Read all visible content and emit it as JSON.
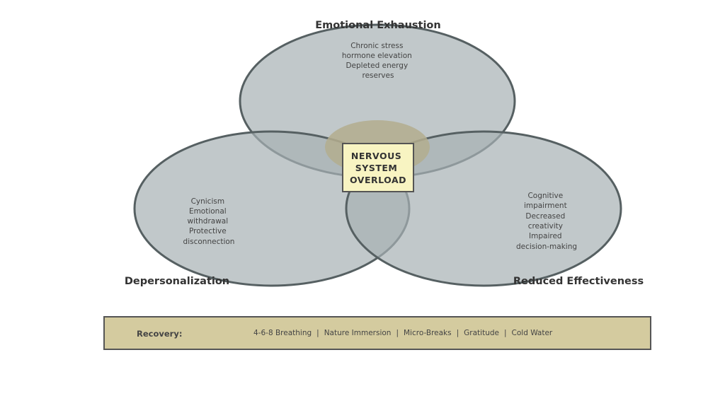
{
  "diagram": {
    "sets": {
      "top": {
        "title": "Emotional Exhaustion",
        "lines": [
          "Chronic stress",
          "hormone elevation",
          "Depleted energy",
          "reserves"
        ]
      },
      "left": {
        "title": "Depersonalization",
        "lines": [
          "Cynicism",
          "Emotional",
          "withdrawal",
          "Protective",
          "disconnection"
        ]
      },
      "right": {
        "title": "Reduced Effectiveness",
        "lines": [
          "Cognitive",
          "impairment",
          "Decreased",
          "creativity",
          "Impaired",
          "decision-making"
        ]
      }
    },
    "center": {
      "lines": [
        "NERVOUS",
        "SYSTEM",
        "OVERLOAD"
      ]
    },
    "colors": {
      "circle_fill": "#a7b0b3",
      "circle_stroke": "#566062",
      "center_glow": "#b3ad8e",
      "center_box_fill": "#f8f4c2",
      "recovery_fill": "#d4cb9f"
    }
  },
  "recovery": {
    "label": "Recovery:",
    "items": [
      "4-6-8 Breathing",
      "Nature Immersion",
      "Micro-Breaks",
      "Gratitude",
      "Cold Water"
    ],
    "separator": "|"
  }
}
